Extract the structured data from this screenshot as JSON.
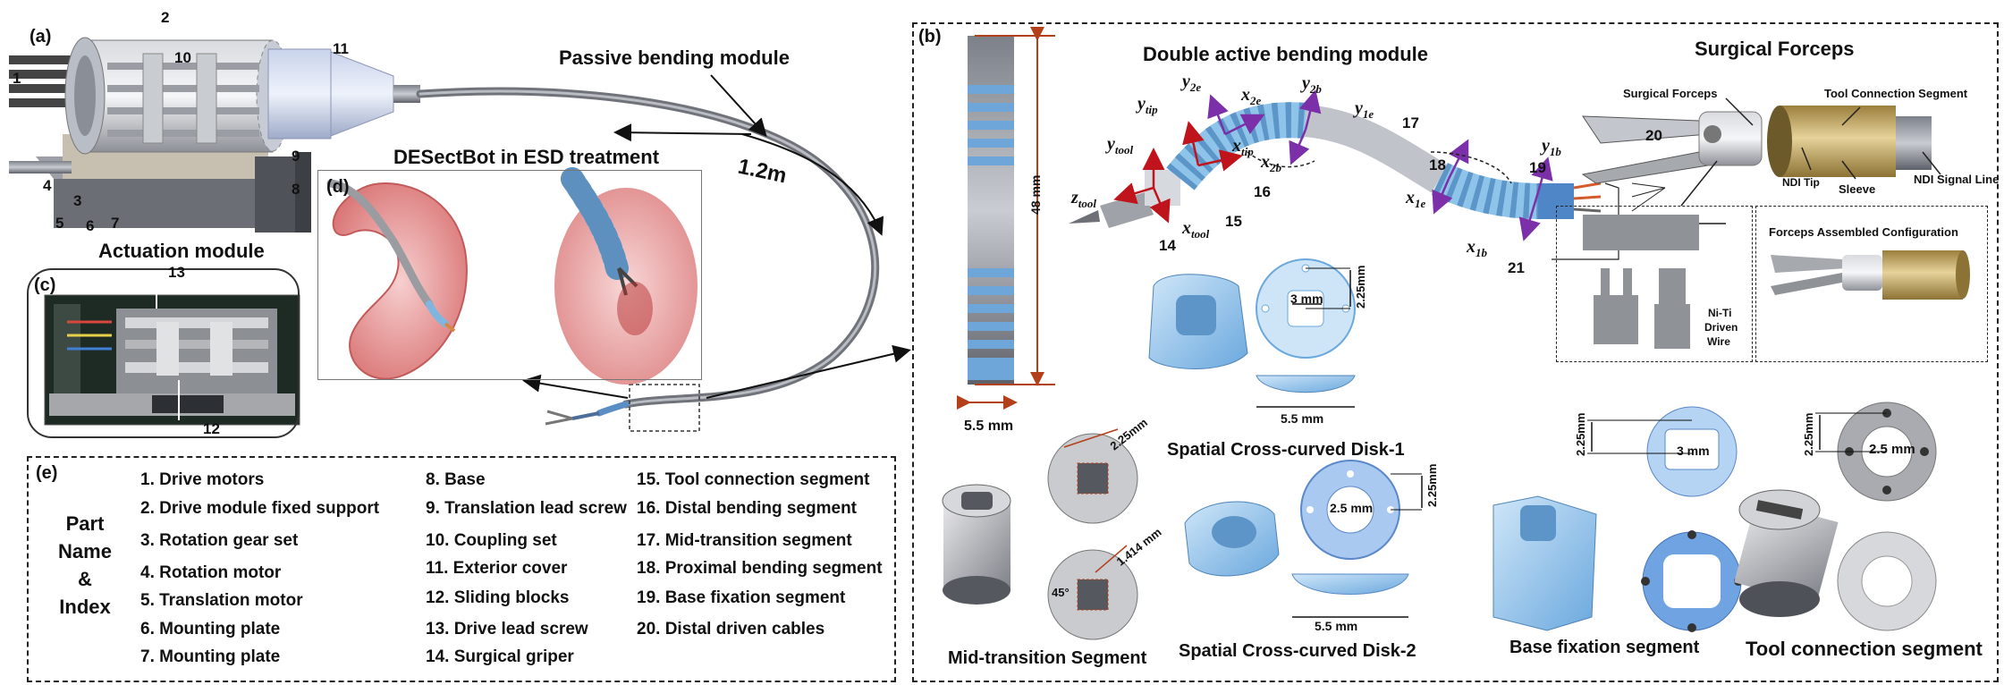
{
  "panels": {
    "a": "(a)",
    "b": "(b)",
    "c": "(c)",
    "d": "(d)",
    "e": "(e)"
  },
  "titles": {
    "passive_bending": "Passive bending module",
    "actuation": "Actuation module",
    "desectbot": "DESectBot in ESD treatment",
    "length": "1.2m",
    "double_active": "Double active bending module",
    "surgical_forceps_title": "Surgical Forceps",
    "disk1": "Spatial Cross-curved Disk-1",
    "disk2": "Spatial Cross-curved Disk-2",
    "mid_transition": "Mid-transition Segment",
    "base_fixation": "Base fixation segment",
    "tool_connection": "Tool connection segment",
    "forceps_assembled": "Forceps Assembled Configuration"
  },
  "forceps_labels": {
    "surgical_forceps": "Surgical Forceps",
    "tool_connection_segment": "Tool Connection Segment",
    "ndi_tip": "NDI Tip",
    "sleeve": "Sleeve",
    "ndi_signal": "NDI Signal Line",
    "niti_1": "Ni-Ti",
    "niti_2": "Driven",
    "niti_3": "Wire"
  },
  "dimensions": {
    "d48": "48 mm",
    "d55_left": "5.5 mm",
    "d3_top": "3 mm",
    "d225_top": "2.25mm",
    "d55_top": "5.5 mm",
    "d225_mid": "2.25mm",
    "d1414": "1.414 mm",
    "d45": "45°",
    "d25_disk2": "2.5 mm",
    "d225_disk2": "2.25mm",
    "d55_disk2": "5.5 mm",
    "d225_base": "2.25mm",
    "d3_base": "3 mm",
    "d225_tool": "2.25mm",
    "d25_tool": "2.5 mm"
  },
  "callouts_a": [
    "1",
    "2",
    "3",
    "4",
    "5",
    "6",
    "7",
    "8",
    "9",
    "10",
    "11"
  ],
  "callouts_c": [
    "13",
    "12"
  ],
  "callouts_b": [
    "14",
    "15",
    "16",
    "17",
    "18",
    "19",
    "20",
    "21"
  ],
  "axes": {
    "y_tool": "y",
    "y_tool_sub": "tool",
    "z_tool": "z",
    "z_tool_sub": "tool",
    "x_tool": "x",
    "x_tool_sub": "tool",
    "y_tip": "y",
    "y_tip_sub": "tip",
    "x_tip": "x",
    "x_tip_sub": "tip",
    "y_2e": "y",
    "y_2e_sub": "2e",
    "x_2e": "x",
    "x_2e_sub": "2e",
    "y_2b": "y",
    "y_2b_sub": "2b",
    "x_2b": "x",
    "x_2b_sub": "2b",
    "y_1e": "y",
    "y_1e_sub": "1e",
    "x_1e": "x",
    "x_1e_sub": "1e",
    "y_1b": "y",
    "y_1b_sub": "1b",
    "x_1b": "x",
    "x_1b_sub": "1b"
  },
  "legend": {
    "header": [
      "Part",
      "Name",
      "&",
      "Index"
    ],
    "col1": [
      "1. Drive motors",
      "2. Drive module fixed support",
      "3. Rotation gear set",
      "4. Rotation motor",
      "5. Translation motor",
      "6. Mounting plate",
      "7. Mounting plate"
    ],
    "col2": [
      "8. Base",
      "9. Translation lead screw",
      "10. Coupling set",
      "11. Exterior cover",
      "12. Sliding blocks",
      "13. Drive lead screw",
      "14. Surgical griper"
    ],
    "col3": [
      "15. Tool connection segment",
      "16. Distal bending segment",
      "17. Mid-transition segment",
      "18. Proximal bending segment",
      "19. Base fixation segment",
      "20. Distal driven cables"
    ]
  },
  "colors": {
    "disk_blue": "#8fc4ea",
    "metal": "#a9acb3",
    "gold": "#c8ad6a",
    "tissue": "#e59a9a"
  }
}
